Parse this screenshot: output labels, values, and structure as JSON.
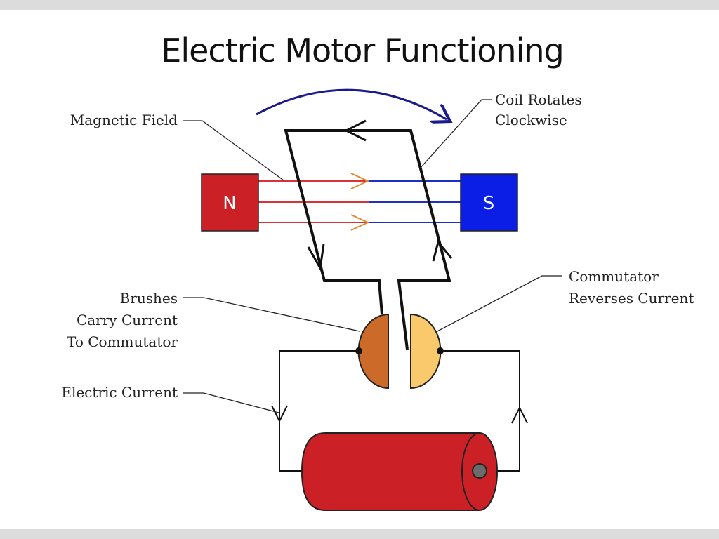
{
  "title": "Electric Motor Functioning",
  "magnet": {
    "north_label": "N",
    "south_label": "S"
  },
  "labels": {
    "magnetic_field": "Magnetic Field",
    "coil_rotates": [
      "Coil Rotates",
      "Clockwise"
    ],
    "brushes": [
      "Brushes",
      "Carry Current",
      "To Commutator"
    ],
    "commutator": [
      "Commutator",
      "Reverses Current"
    ],
    "electric_current": "Electric Current"
  },
  "colors": {
    "north_pole": "#cc2027",
    "south_pole": "#0a1ee6",
    "field_red": "#d8333a",
    "field_blue": "#1f2fc4",
    "field_arrow": "#e38a2e",
    "rotation_arrow": "#1a1a8c",
    "commutator_left": "#cc6a2a",
    "commutator_right": "#f9c96b",
    "battery": "#cc2027",
    "coil": "#111111"
  }
}
